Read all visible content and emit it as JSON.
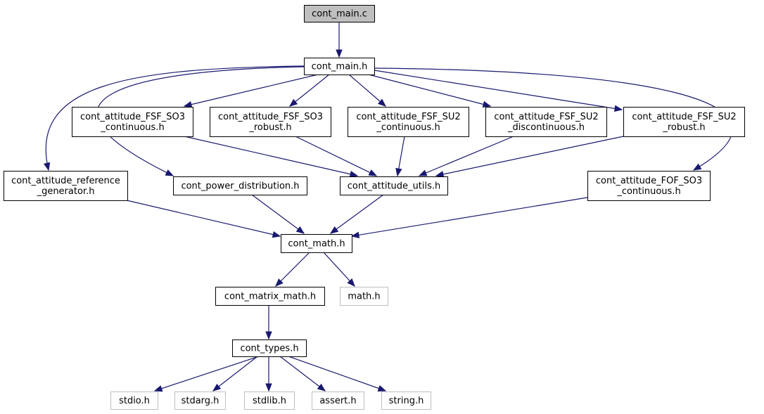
{
  "colors": {
    "edge": "#191970",
    "node_border": "#000000",
    "node_border_system": "#bfbfbf",
    "node_fill": "#ffffff",
    "root_fill": "#bfbfbf"
  },
  "nodes": {
    "cont_main_c": {
      "lines": [
        "cont_main.c"
      ],
      "style": "root"
    },
    "cont_main_h": {
      "lines": [
        "cont_main.h"
      ],
      "style": "normal"
    },
    "fsf_so3_cont": {
      "lines": [
        "cont_attitude_FSF_SO3",
        "_continuous.h"
      ],
      "style": "normal"
    },
    "fsf_so3_rob": {
      "lines": [
        "cont_attitude_FSF_SO3",
        "_robust.h"
      ],
      "style": "normal"
    },
    "fsf_su2_cont": {
      "lines": [
        "cont_attitude_FSF_SU2",
        "_continuous.h"
      ],
      "style": "normal"
    },
    "fsf_su2_disc": {
      "lines": [
        "cont_attitude_FSF_SU2",
        "_discontinuous.h"
      ],
      "style": "normal"
    },
    "fsf_su2_rob": {
      "lines": [
        "cont_attitude_FSF_SU2",
        "_robust.h"
      ],
      "style": "normal"
    },
    "ref_gen": {
      "lines": [
        "cont_attitude_reference",
        "_generator.h"
      ],
      "style": "normal"
    },
    "power_dist": {
      "lines": [
        "cont_power_distribution.h"
      ],
      "style": "normal"
    },
    "att_utils": {
      "lines": [
        "cont_attitude_utils.h"
      ],
      "style": "normal"
    },
    "fof_so3_cont": {
      "lines": [
        "cont_attitude_FOF_SO3",
        "_continuous.h"
      ],
      "style": "normal"
    },
    "cont_math": {
      "lines": [
        "cont_math.h"
      ],
      "style": "normal"
    },
    "matrix_math": {
      "lines": [
        "cont_matrix_math.h"
      ],
      "style": "normal"
    },
    "math_h": {
      "lines": [
        "math.h"
      ],
      "style": "system"
    },
    "types": {
      "lines": [
        "cont_types.h"
      ],
      "style": "normal"
    },
    "stdio": {
      "lines": [
        "stdio.h"
      ],
      "style": "system"
    },
    "stdarg": {
      "lines": [
        "stdarg.h"
      ],
      "style": "system"
    },
    "stdlib": {
      "lines": [
        "stdlib.h"
      ],
      "style": "system"
    },
    "assert": {
      "lines": [
        "assert.h"
      ],
      "style": "system"
    },
    "string": {
      "lines": [
        "string.h"
      ],
      "style": "system"
    }
  },
  "edges": [
    {
      "from": "cont_main_c",
      "to": "cont_main_h"
    },
    {
      "from": "cont_main_h",
      "to": "ref_gen"
    },
    {
      "from": "cont_main_h",
      "to": "power_dist"
    },
    {
      "from": "cont_main_h",
      "to": "fsf_so3_cont"
    },
    {
      "from": "cont_main_h",
      "to": "fsf_so3_rob"
    },
    {
      "from": "cont_main_h",
      "to": "fsf_su2_cont"
    },
    {
      "from": "cont_main_h",
      "to": "fsf_su2_disc"
    },
    {
      "from": "cont_main_h",
      "to": "fsf_su2_rob"
    },
    {
      "from": "cont_main_h",
      "to": "fof_so3_cont"
    },
    {
      "from": "fsf_so3_cont",
      "to": "att_utils"
    },
    {
      "from": "fsf_so3_rob",
      "to": "att_utils"
    },
    {
      "from": "fsf_su2_cont",
      "to": "att_utils"
    },
    {
      "from": "fsf_su2_disc",
      "to": "att_utils"
    },
    {
      "from": "fsf_su2_rob",
      "to": "att_utils"
    },
    {
      "from": "ref_gen",
      "to": "cont_math"
    },
    {
      "from": "power_dist",
      "to": "cont_math"
    },
    {
      "from": "att_utils",
      "to": "cont_math"
    },
    {
      "from": "fof_so3_cont",
      "to": "cont_math"
    },
    {
      "from": "cont_math",
      "to": "matrix_math"
    },
    {
      "from": "cont_math",
      "to": "math_h"
    },
    {
      "from": "matrix_math",
      "to": "types"
    },
    {
      "from": "types",
      "to": "stdio"
    },
    {
      "from": "types",
      "to": "stdarg"
    },
    {
      "from": "types",
      "to": "stdlib"
    },
    {
      "from": "types",
      "to": "assert"
    },
    {
      "from": "types",
      "to": "string"
    }
  ]
}
